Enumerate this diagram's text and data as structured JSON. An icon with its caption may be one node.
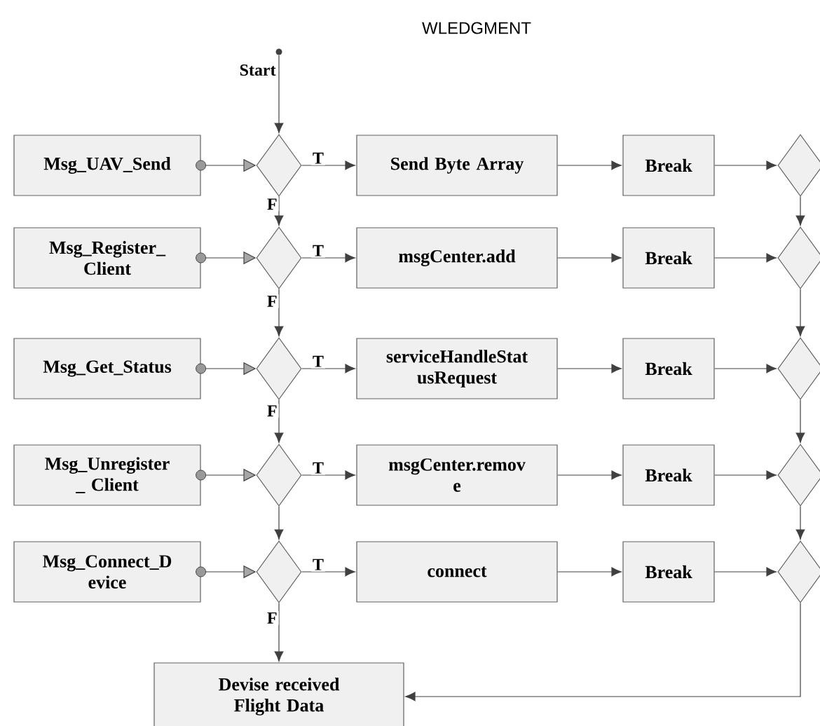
{
  "diagram": {
    "title": "WLEDGMENT",
    "nodes": [
      {
        "text": [],
        "shape": "circle",
        "beside": [
          "Start"
        ]
      },
      {
        "text": [
          "Msg_UAV_Send"
        ]
      },
      {
        "text": [],
        "shape": "diamond"
      },
      {
        "text": [
          "Send Byte Array"
        ]
      },
      {
        "text": [
          "Break"
        ]
      },
      {
        "text": [],
        "shape": "diamond"
      },
      {
        "text": [
          "Msg_Register_ Client"
        ]
      },
      {
        "text": [],
        "shape": "diamond"
      },
      {
        "text": [
          "msgCenter.add"
        ]
      },
      {
        "text": [
          "Break"
        ]
      },
      {
        "text": [],
        "shape": "diamond"
      },
      {
        "text": [
          "Msg_Get_Status"
        ]
      },
      {
        "text": [],
        "shape": "diamond"
      },
      {
        "text": [
          "serviceHandleStat usRequest"
        ]
      },
      {
        "text": [
          "Break"
        ]
      },
      {
        "text": [],
        "shape": "diamond"
      },
      {
        "text": [
          "Msg_Unregister _ Client"
        ]
      },
      {
        "text": [],
        "shape": "diamond"
      },
      {
        "text": [
          "msgCenter.remov e"
        ]
      },
      {
        "text": [
          "Break"
        ]
      },
      {
        "text": [],
        "shape": "diamond"
      },
      {
        "text": [
          "Msg_Connect_D evice"
        ]
      },
      {
        "text": [],
        "shape": "diamond"
      },
      {
        "text": [
          "connect"
        ]
      },
      {
        "text": [
          "Break"
        ]
      },
      {
        "text": [],
        "shape": "diamond"
      },
      {
        "text": [
          "Devise received Flight Data"
        ]
      }
    ],
    "edges": [
      {
        "from": 0,
        "to": 2,
        "arrow": "to"
      },
      {
        "from": 1,
        "to": 2,
        "arrow": "to"
      },
      {
        "from": 2,
        "to": 3,
        "arrow": "to",
        "label": "T"
      },
      {
        "from": 3,
        "to": 4,
        "arrow": "to"
      },
      {
        "from": 4,
        "to": 5,
        "arrow": "to"
      },
      {
        "from": 6,
        "to": 7,
        "arrow": "to"
      },
      {
        "from": 7,
        "to": 8,
        "arrow": "to",
        "label": "T"
      },
      {
        "from": 8,
        "to": 9,
        "arrow": "to"
      },
      {
        "from": 9,
        "to": 10,
        "arrow": "to"
      },
      {
        "from": 11,
        "to": 12,
        "arrow": "to"
      },
      {
        "from": 12,
        "to": 13,
        "arrow": "to",
        "label": "T"
      },
      {
        "from": 13,
        "to": 14,
        "arrow": "to"
      },
      {
        "from": 14,
        "to": 15,
        "arrow": "to"
      },
      {
        "from": 16,
        "to": 17,
        "arrow": "to"
      },
      {
        "from": 17,
        "to": 18,
        "arrow": "to",
        "label": "T"
      },
      {
        "from": 18,
        "to": 19,
        "arrow": "to"
      },
      {
        "from": 19,
        "to": 20,
        "arrow": "to"
      },
      {
        "from": 21,
        "to": 22,
        "arrow": "to"
      },
      {
        "from": 22,
        "to": 23,
        "arrow": "to",
        "label": "T"
      },
      {
        "from": 23,
        "to": 24,
        "arrow": "to"
      },
      {
        "from": 24,
        "to": 25,
        "arrow": "to"
      },
      {
        "from": 2,
        "to": 7,
        "arrow": "to",
        "label": "F"
      },
      {
        "from": 7,
        "to": 12,
        "arrow": "to",
        "label": "F"
      },
      {
        "from": 12,
        "to": 17,
        "arrow": "to",
        "label": "F"
      },
      {
        "from": 17,
        "to": 22,
        "arrow": "to"
      },
      {
        "from": 22,
        "to": 26,
        "arrow": "to",
        "label": "F"
      },
      {
        "from": 5,
        "to": 10,
        "arrow": "to"
      },
      {
        "from": 10,
        "to": 15,
        "arrow": "to"
      },
      {
        "from": 15,
        "to": 20,
        "arrow": "to"
      },
      {
        "from": 20,
        "to": 25,
        "arrow": "to"
      },
      {
        "from": 25,
        "to": 26,
        "arrow": "to"
      }
    ]
  }
}
